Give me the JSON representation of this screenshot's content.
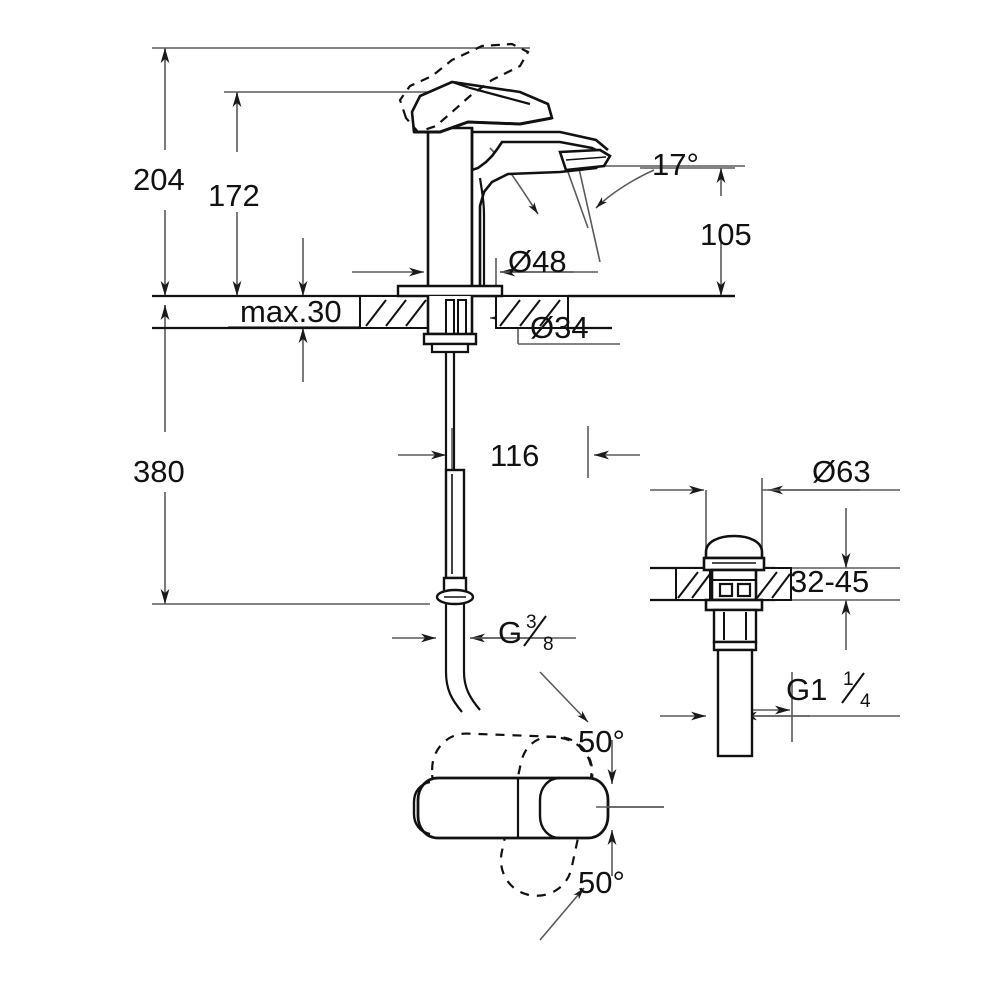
{
  "drawing": {
    "title": "Single-lever basin mixer technical dimension drawing",
    "units": "mm",
    "line_color": "#1a1a1a",
    "dim_color": "#555555",
    "background": "#ffffff"
  },
  "dimensions": {
    "height_total": "204",
    "height_spout": "172",
    "deck_thickness": "max.30",
    "spout_flange_dia": "Ø48",
    "shank_dia": "Ø34",
    "spout_angle": "17°",
    "projection": "105",
    "total_with_hoses": "380",
    "hose_center_offset": "116",
    "inlet_thread": "G",
    "inlet_thread_num": "3",
    "inlet_thread_den": "8",
    "drain_cap_dia": "Ø63",
    "drain_deck_range": "32-45",
    "drain_thread": "G1",
    "drain_thread_num": "1",
    "drain_thread_den": "4",
    "handle_swivel_left": "50°",
    "handle_swivel_right": "50°"
  },
  "views": {
    "elevation": "faucet-side-elevation",
    "drain": "pop-up-drain-section",
    "plan": "handle-plan-view"
  }
}
